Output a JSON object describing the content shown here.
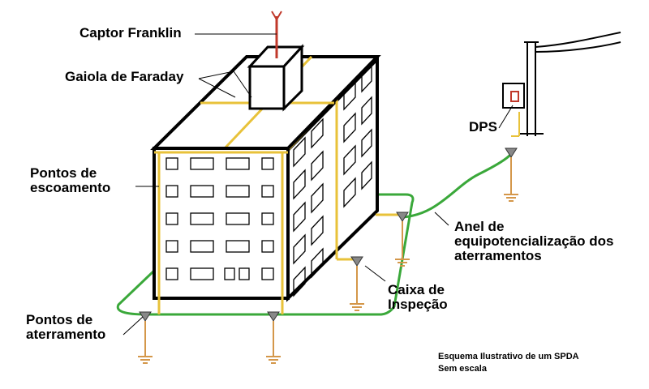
{
  "labels": {
    "captor": "Captor Franklin",
    "gaiola": "Gaiola de Faraday",
    "escoamento_1": "Pontos de",
    "escoamento_2": "escoamento",
    "dps": "DPS",
    "anel_1": "Anel de",
    "anel_2": "equipotencialização dos",
    "anel_3": "aterramentos",
    "caixa_1": "Caixa de",
    "caixa_2": "Inspeção",
    "aterramento_1": "Pontos de",
    "aterramento_2": "aterramento"
  },
  "note": {
    "line1": "Esquema Ilustrativo de um SPDA",
    "line2": "Sem escala"
  },
  "colors": {
    "outline": "#000000",
    "conductor": "#e8c23a",
    "ground_ring": "#3aa83a",
    "rod": "#d4974a",
    "captor_rod": "#c0392b",
    "dps_box": "#c0392b",
    "inspection_box": "#555555"
  }
}
